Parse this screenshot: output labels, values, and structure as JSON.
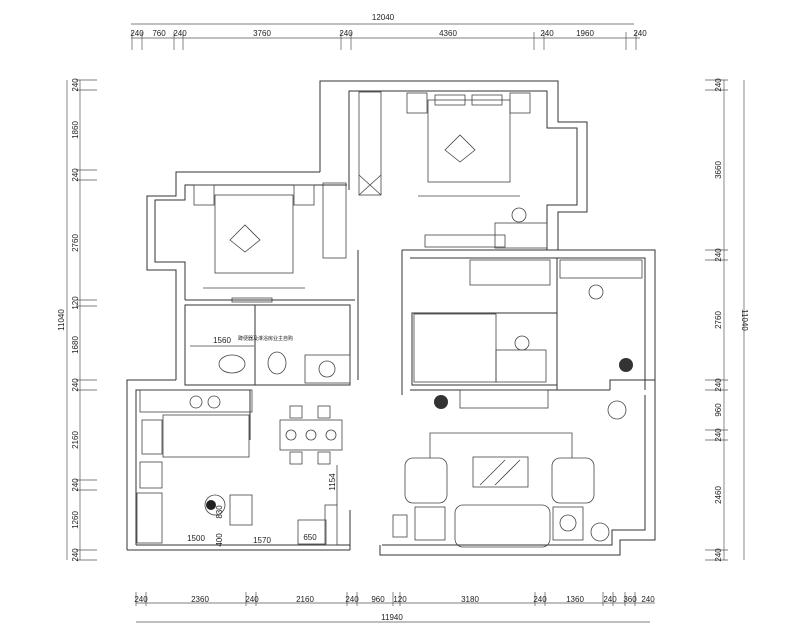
{
  "top_dimensions": {
    "overall": "12040",
    "segments": [
      "240",
      "760",
      "240",
      "3760",
      "240",
      "4360",
      "240",
      "1960",
      "240"
    ]
  },
  "bottom_dimensions": {
    "overall": "11940",
    "segments": [
      "240",
      "2360",
      "240",
      "2160",
      "240",
      "960",
      "120",
      "3180",
      "240",
      "1360",
      "240",
      "360",
      "240"
    ]
  },
  "left_dimensions": {
    "overall": "11040",
    "segments": [
      "240",
      "1860",
      "240",
      "2760",
      "120",
      "1680",
      "240",
      "2160",
      "240",
      "1260",
      "240"
    ]
  },
  "right_dimensions": {
    "overall": "11040",
    "segments": [
      "240",
      "3660",
      "240",
      "2760",
      "240",
      "960",
      "240",
      "2460",
      "240"
    ]
  },
  "interior_dimensions": {
    "bath_width": "1560",
    "dining_gap": "1154",
    "kitchen_depth": "830",
    "entry_1": "1500",
    "entry_2": "400",
    "entry_3": "1570",
    "entry_4": "650"
  },
  "notes": {
    "bathroom_note": "蹲便器及淋浴房业主自购"
  }
}
